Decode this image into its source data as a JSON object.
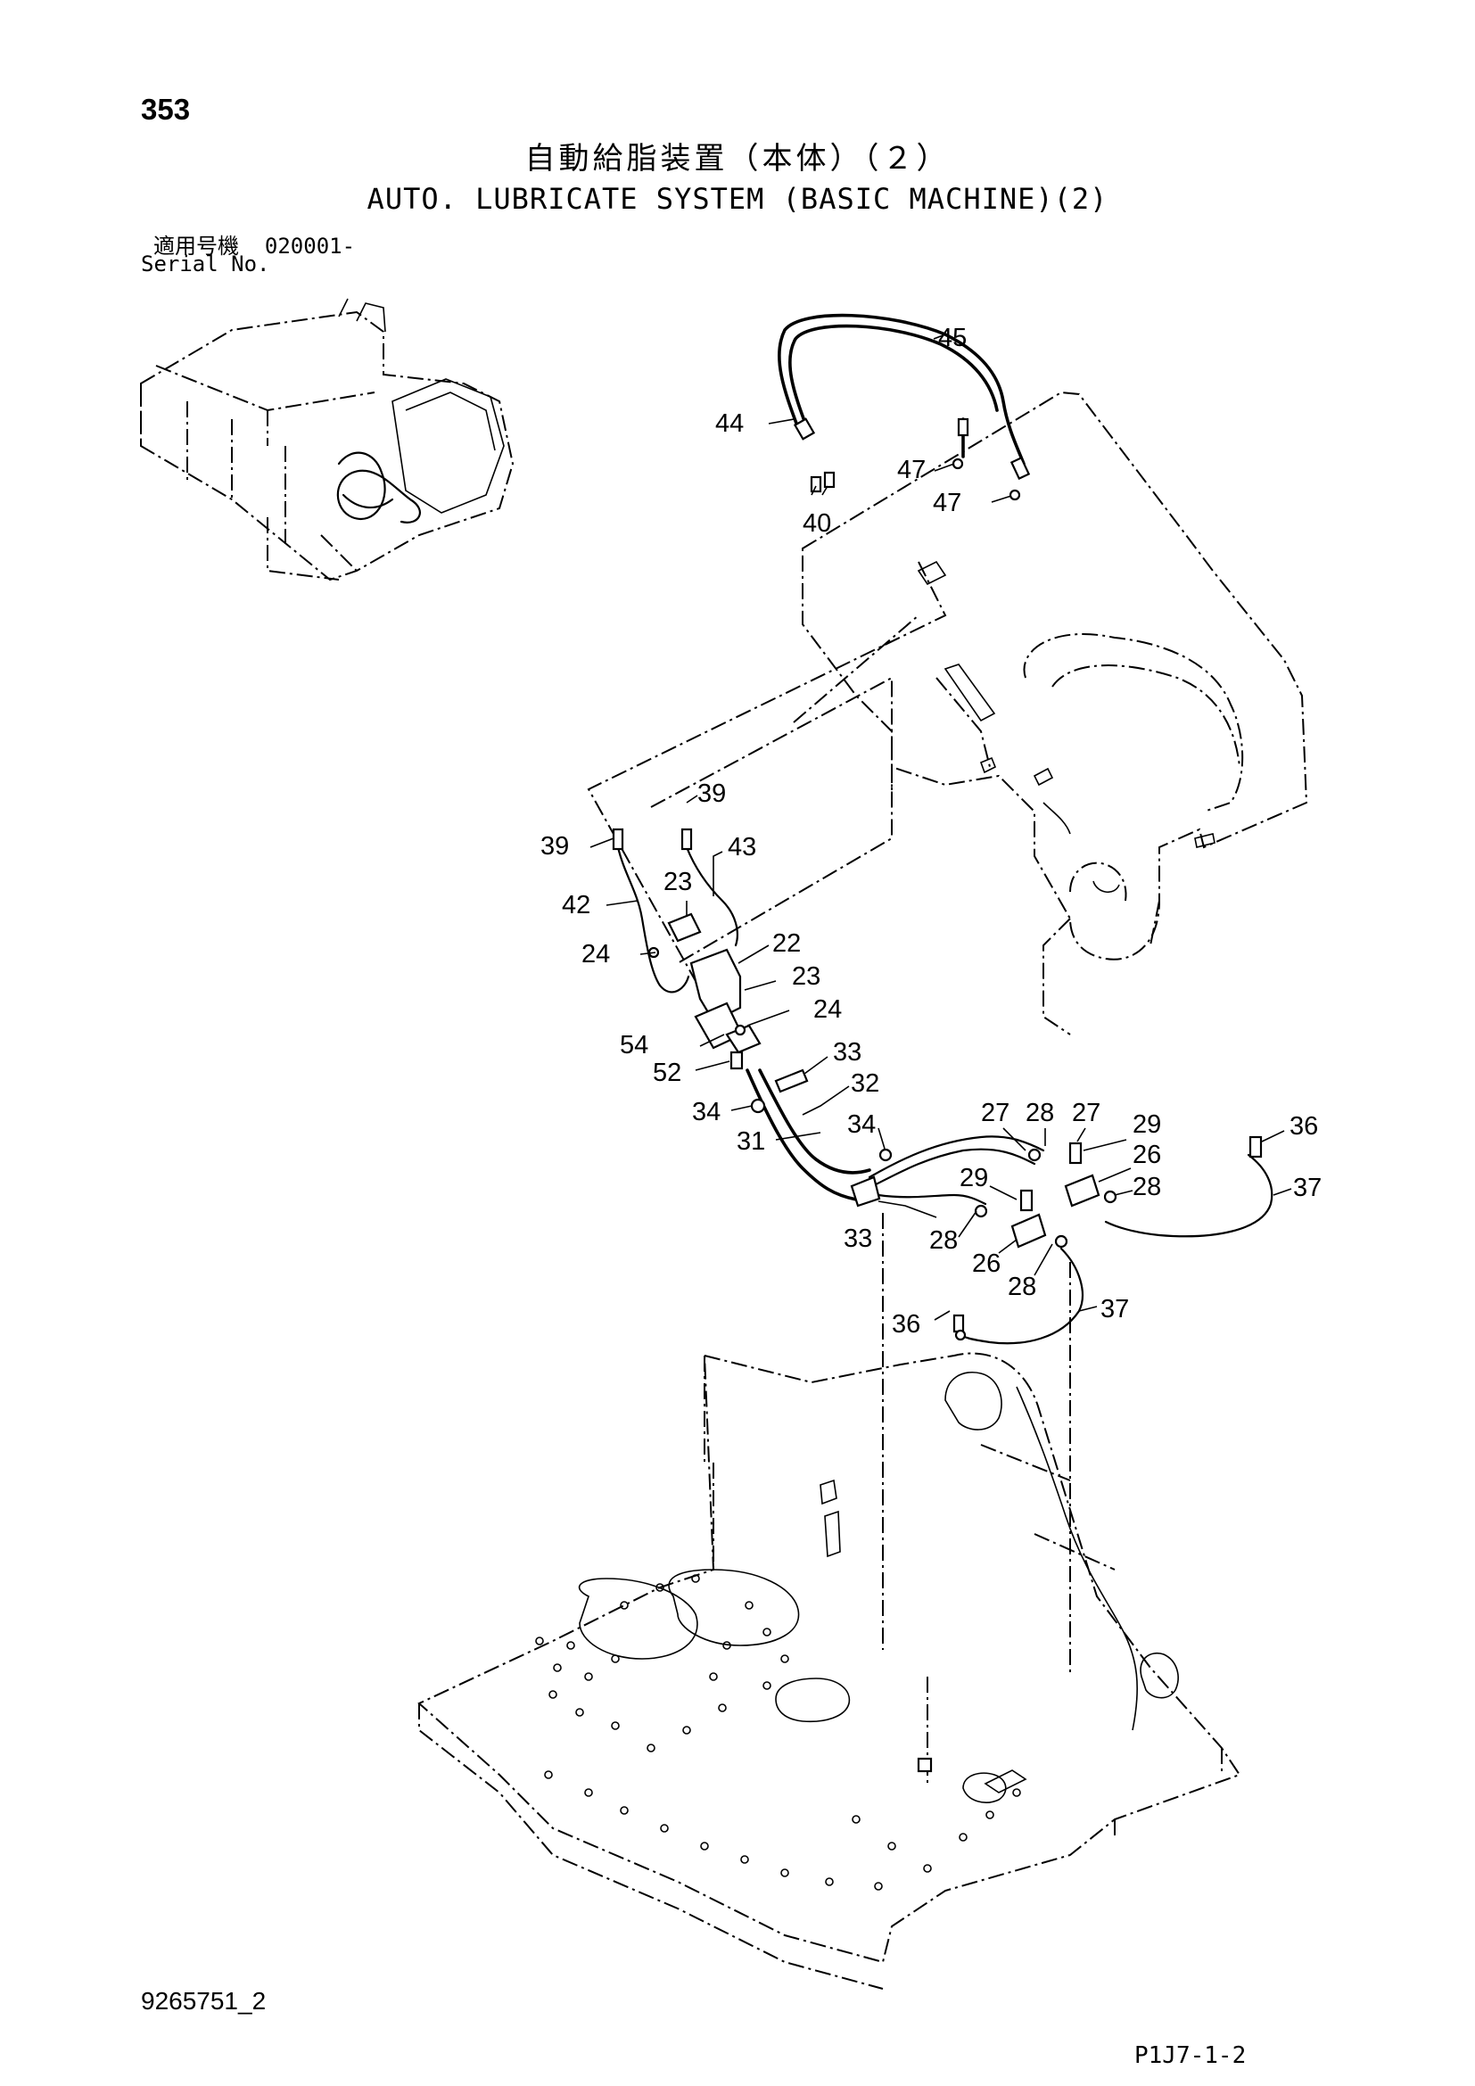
{
  "header": {
    "page_number": "353",
    "title_jp": "自動給脂装置（本体）（２）",
    "title_en": "AUTO. LUBRICATE SYSTEM (BASIC MACHINE)(2)",
    "serial_label_jp": "適用号機",
    "serial_value": "020001-",
    "serial_label_en": "Serial No."
  },
  "footer": {
    "document_code": "9265751_2",
    "figure_code": "P1J7-1-2"
  },
  "callouts": {
    "c45": "45",
    "c44": "44",
    "c47a": "47",
    "c47b": "47",
    "c40": "40",
    "c39a": "39",
    "c39b": "39",
    "c43": "43",
    "c42": "42",
    "c23a": "23",
    "c24a": "24",
    "c22": "22",
    "c23b": "23",
    "c24b": "24",
    "c54": "54",
    "c33a": "33",
    "c52": "52",
    "c32": "32",
    "c34a": "34",
    "c34b": "34",
    "c31": "31",
    "c27a": "27",
    "c28a": "28",
    "c27b": "27",
    "c29a": "29",
    "c36a": "36",
    "c26a": "26",
    "c28b": "28",
    "c37a": "37",
    "c29b": "29",
    "c33b": "33",
    "c28c": "28",
    "c26b": "26",
    "c28d": "28",
    "c36b": "36",
    "c37b": "37"
  }
}
